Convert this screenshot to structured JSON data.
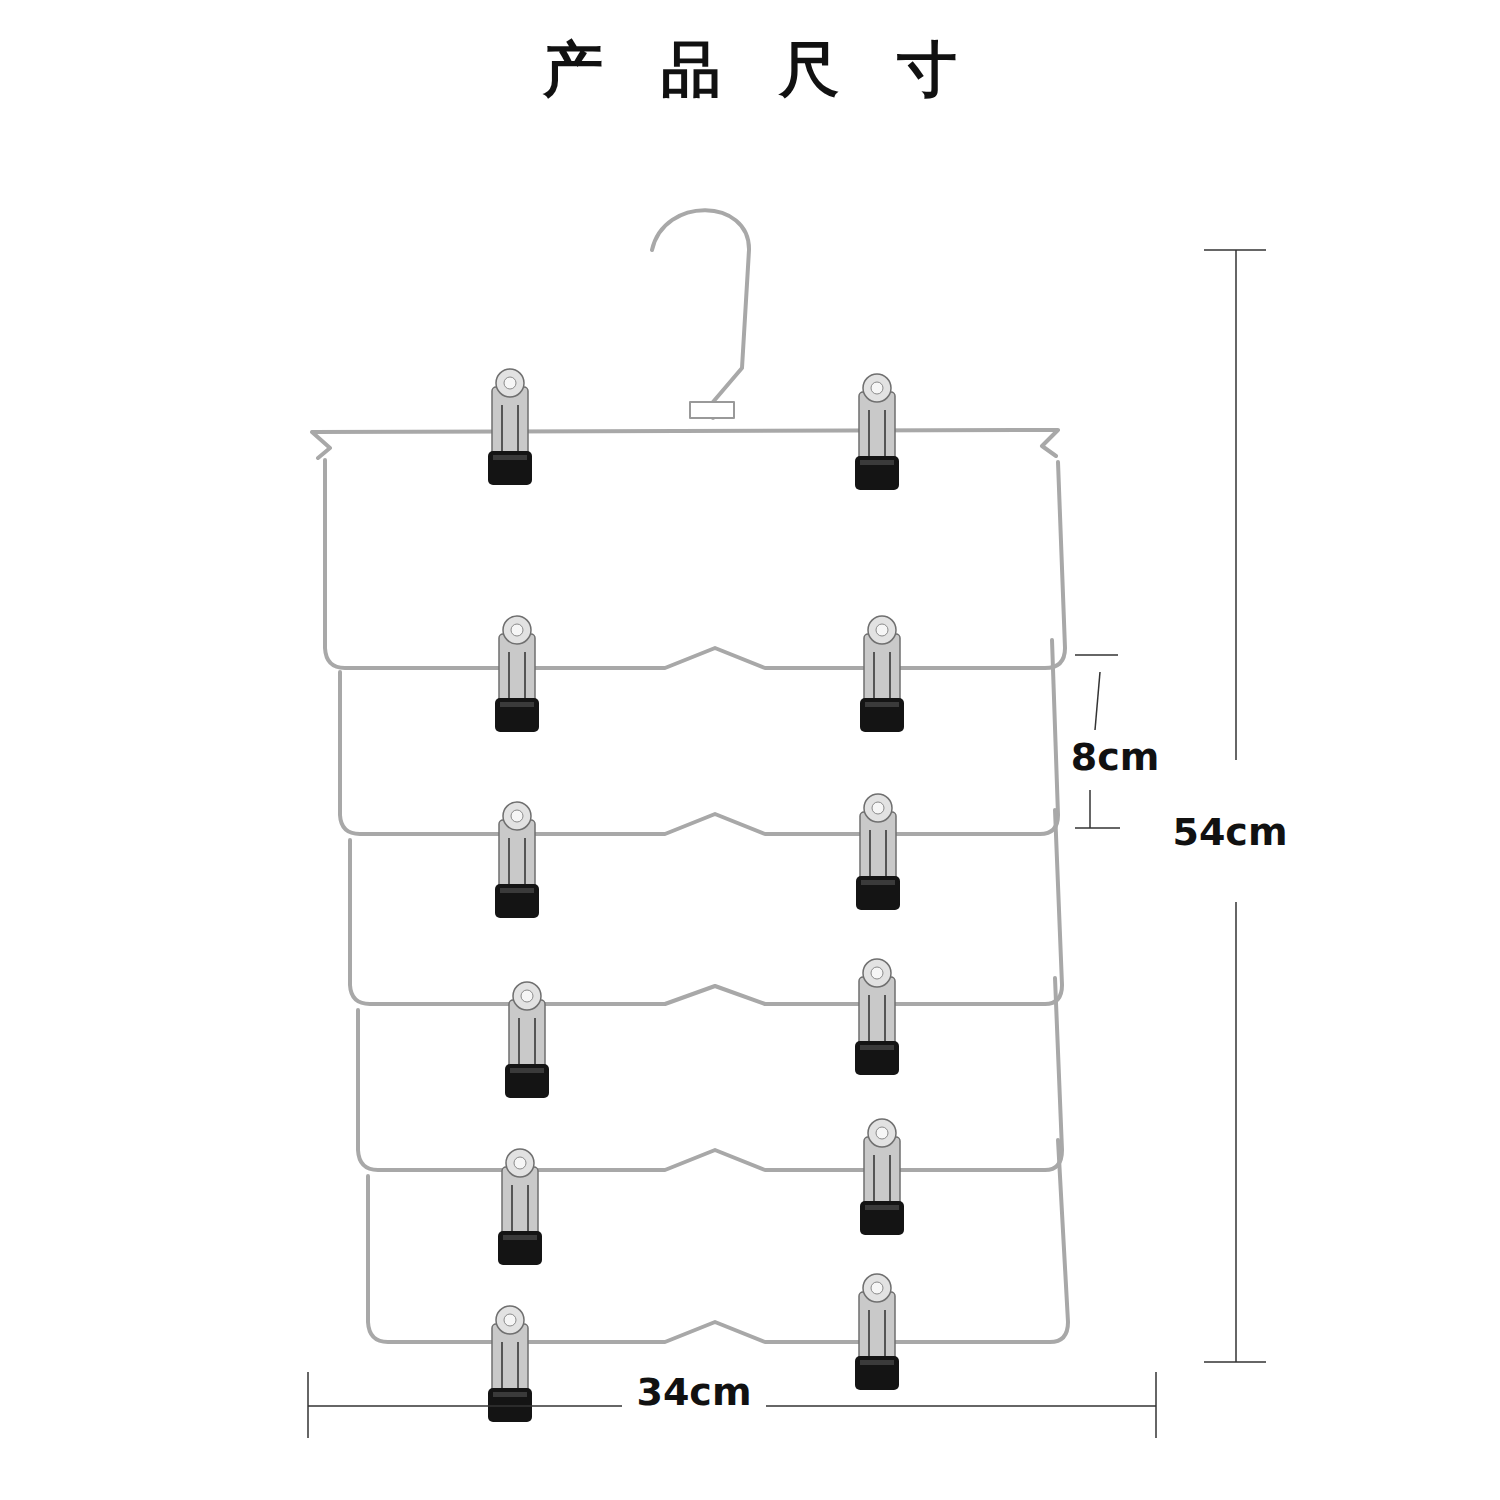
{
  "diagram": {
    "title": "产品尺寸",
    "labels": [
      "8cm",
      "54cm",
      "34cm"
    ]
  }
}
